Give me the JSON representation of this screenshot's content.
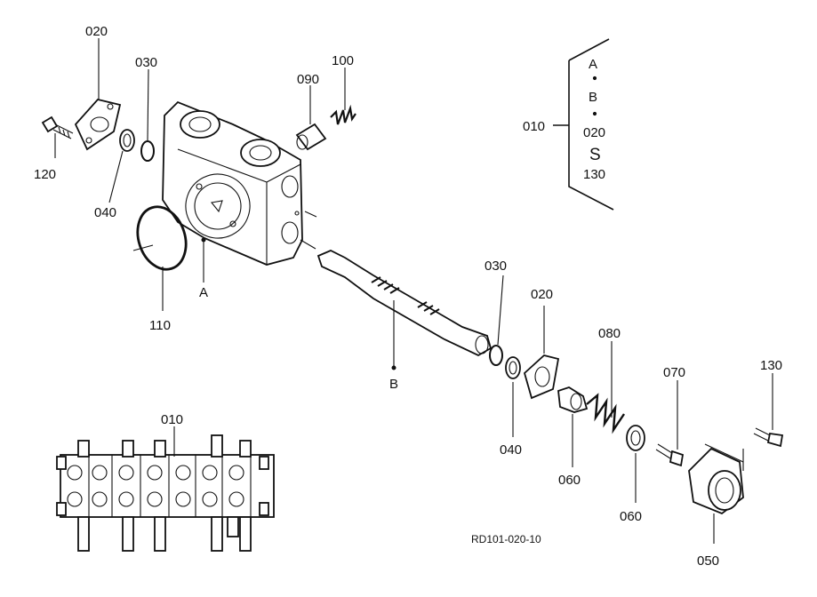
{
  "diagram": {
    "ref_code": "RD101-020-10",
    "labels": {
      "p020_top": "020",
      "p030_top": "030",
      "p090": "090",
      "p100": "100",
      "p120": "120",
      "p040_left": "040",
      "p110": "110",
      "point_a": "A",
      "point_b": "B",
      "p030_right": "030",
      "p020_right": "020",
      "p080": "080",
      "p040_right": "040",
      "p060_a": "060",
      "p060_b": "060",
      "p070": "070",
      "p130": "130",
      "p050": "050",
      "p010_bottom": "010"
    },
    "kit": {
      "label": "010",
      "items": [
        "A",
        "B",
        "020",
        "130"
      ],
      "range_symbol": "S"
    }
  }
}
